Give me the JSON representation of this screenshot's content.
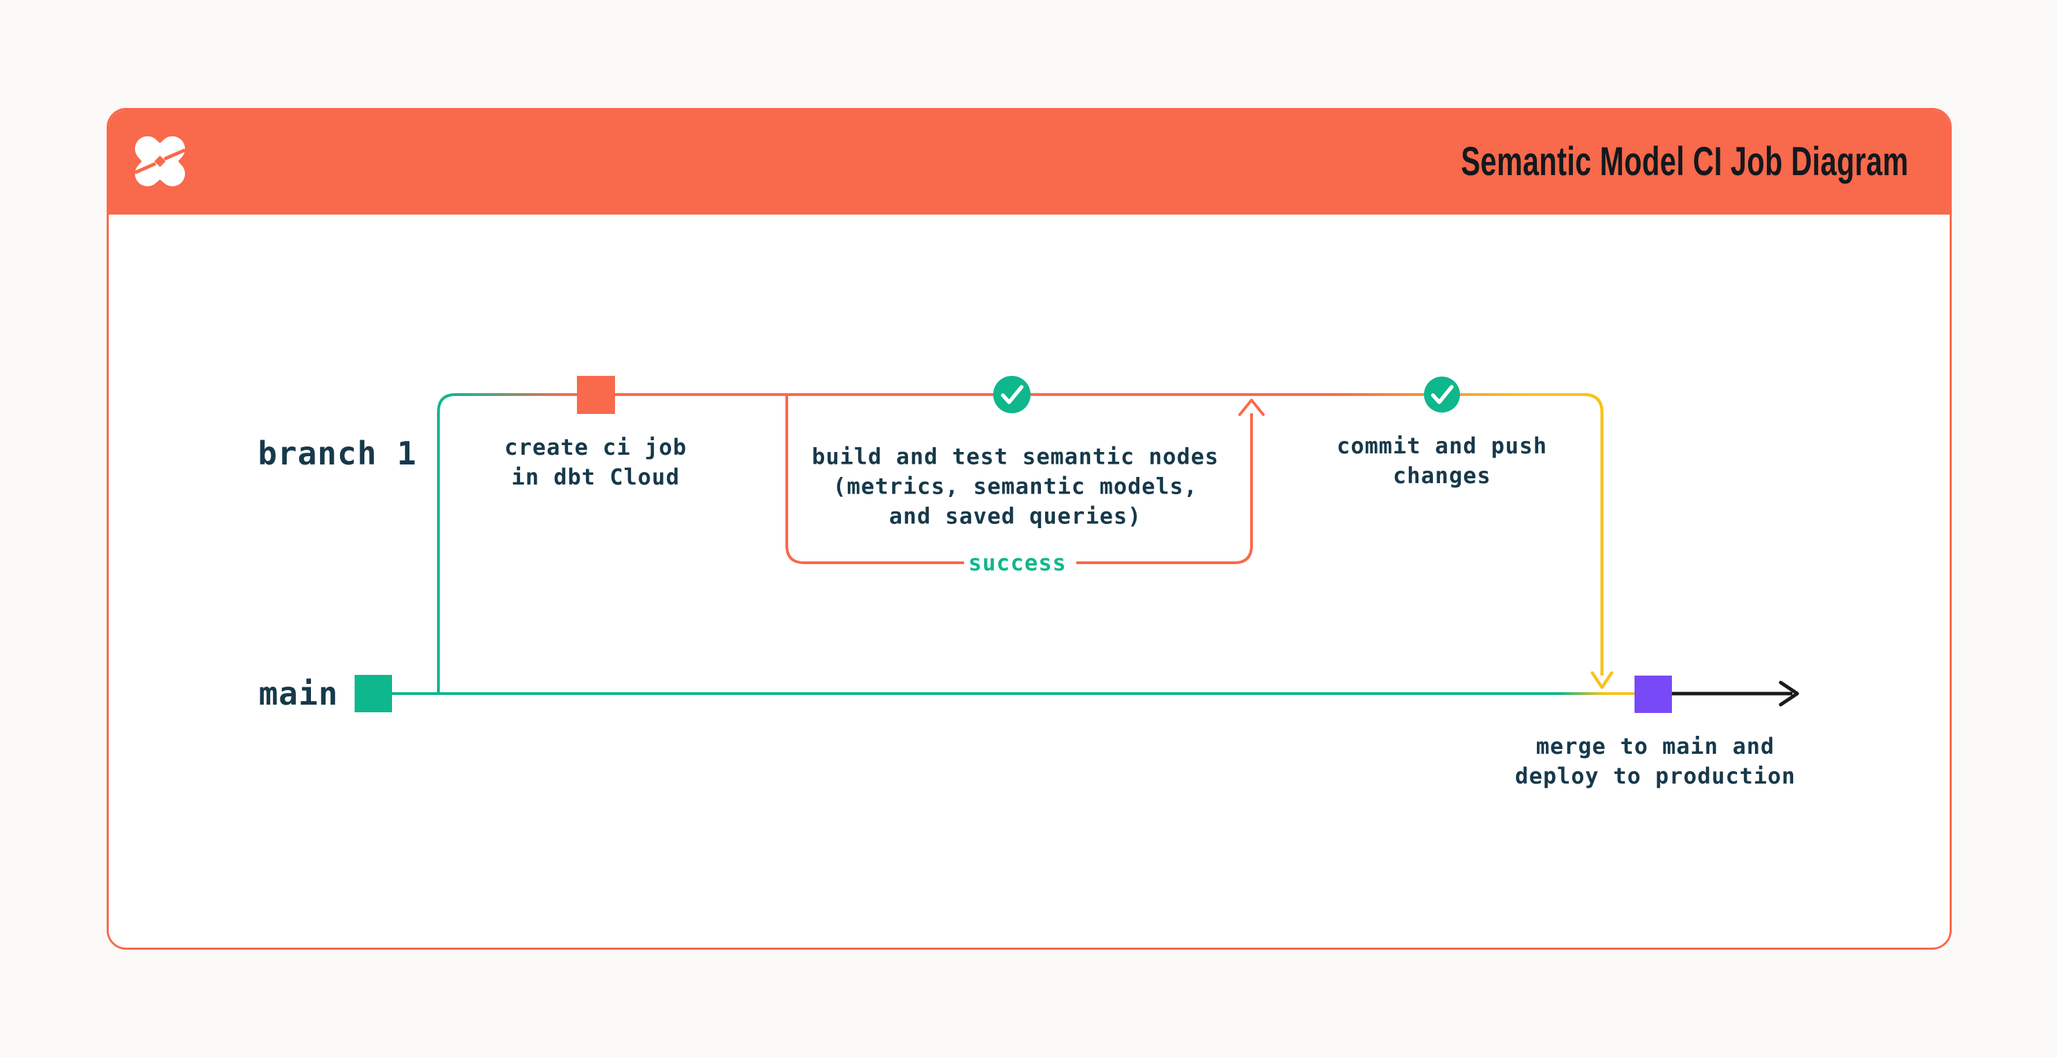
{
  "header": {
    "title": "Semantic Model CI Job Diagram",
    "logo": "dbt-logo"
  },
  "diagram": {
    "branch_label": "branch 1",
    "main_label": "main",
    "nodes": {
      "create_ci": "create ci job\nin dbt Cloud",
      "build_test": "build and test semantic nodes\n(metrics, semantic models,\nand saved queries)",
      "commit_push": "commit and push\nchanges",
      "merge_deploy": "merge to main and\ndeploy to production",
      "success_label": "success"
    },
    "icons": {
      "commit_create_ci": "orange-commit-square",
      "commit_main_start": "green-commit-square",
      "commit_merge": "purple-commit-square",
      "check_build": "check-circle",
      "check_commit": "check-circle"
    }
  },
  "colors": {
    "coral": "#F9694B",
    "green": "#0FB78C",
    "yellow": "#F7C31C",
    "purple": "#7749F7",
    "ink": "#17394A",
    "title_ink": "#14181C",
    "arrow_black": "#1A1A1A",
    "page_bg": "#FAF9F7",
    "card_bg": "#FFFFFF"
  }
}
